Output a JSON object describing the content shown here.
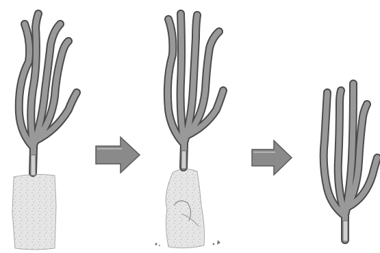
{
  "figure": {
    "panels": [
      {
        "name": "coral-on-intact-substrate",
        "stage": 1
      },
      {
        "name": "coral-on-eroding-substrate",
        "stage": 2
      },
      {
        "name": "coral-detached",
        "stage": 3
      }
    ],
    "arrows": [
      {
        "name": "transition-arrow-1",
        "from": 1,
        "to": 2
      },
      {
        "name": "transition-arrow-2",
        "from": 2,
        "to": 3
      }
    ],
    "colors": {
      "background": "#ffffff",
      "branch_fill": "#8f8f8f",
      "branch_outline": "#4a4a4a",
      "arrow_fill": "#8a8a8a",
      "arrow_outline": "#5a5a5a",
      "block_fill": "#e3e3e3",
      "block_outline": "#9a9a9a"
    }
  }
}
